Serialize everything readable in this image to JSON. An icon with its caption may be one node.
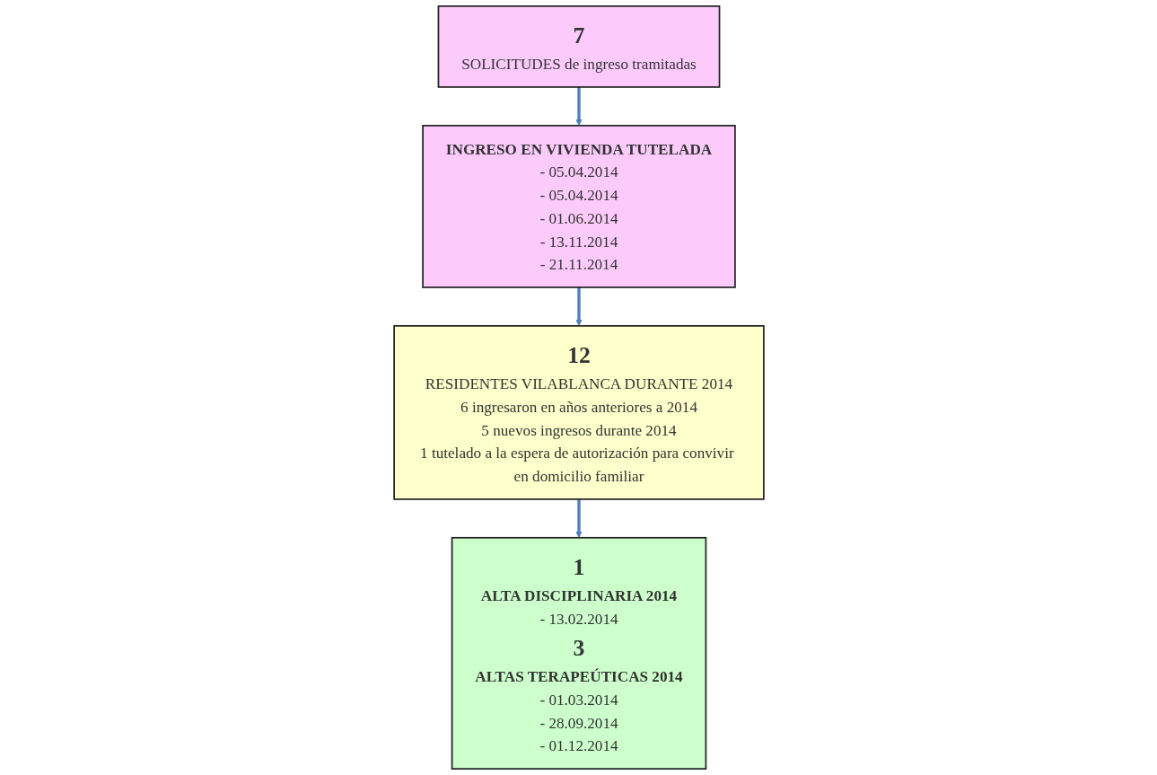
{
  "diagram": {
    "nodes": [
      {
        "text": [
          "7",
          "SOLICITUDES de ingreso tramitadas"
        ]
      },
      {
        "text": [
          "INGRESO EN VIVIENDA TUTELADA",
          "- 05.04.2014",
          "- 05.04.2014",
          "- 01.06.2014",
          "- 13.11.2014",
          "- 21.11.2014"
        ]
      },
      {
        "text": [
          "12",
          "RESIDENTES VILABLANCA DURANTE 2014",
          "6 ingresaron en años anteriores a 2014",
          "5 nuevos ingresos durante 2014",
          "1 tutelado a la espera de autorización para convivir en domicilio familiar"
        ]
      },
      {
        "text": [
          "1",
          "ALTA DISCIPLINARIA 2014",
          "- 13.02.2014",
          "3",
          "ALTAS TERAPEÚTICAS 2014",
          "- 01.03.2014",
          "- 28.09.2014",
          "- 01.12.2014"
        ]
      }
    ],
    "edges": [
      {
        "from": 0,
        "to": 1,
        "arrow": "to"
      },
      {
        "from": 1,
        "to": 2,
        "arrow": "to"
      },
      {
        "from": 2,
        "to": 3,
        "arrow": "to"
      }
    ]
  }
}
